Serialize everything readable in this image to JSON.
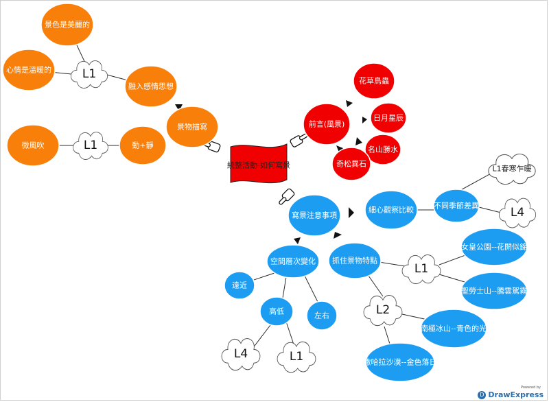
{
  "central": "統整活動-如何寫景",
  "scene_writing": {
    "label": "景物描寫",
    "beautiful": "景色是美麗的",
    "warm": "心情是溫暖的",
    "emotion": "融入感情思想",
    "cloud_top": "L1",
    "breeze": "微風吹",
    "motion": "動+靜",
    "cloud_bottom": "L1"
  },
  "preface": {
    "label": "前言(風景)",
    "flowers": "花草鳥蟲",
    "sun_moon": "日月星辰",
    "mountains": "名山勝水",
    "pines": "奇松異石"
  },
  "notes": {
    "label": "寫景注意事項",
    "observe": "細心觀察比較",
    "seasons": "不同季節差異",
    "cloud_spring": "L1春寒乍暖",
    "cloud_l4": "L4",
    "features": "抓住景物特點",
    "cloud_l1": "L1",
    "cloud_l2": "L2",
    "park": "女皇公園--花開似錦",
    "everest": "聖勞士山--騰雲駕霧",
    "antarctica": "南極冰山--青色的光",
    "sahara": "撒哈拉沙漠--金色落日",
    "layers": "空間層次變化",
    "near_far": "遠近",
    "height": "高低",
    "left_right": "左右",
    "cloud_height_l4": "L4",
    "cloud_height_l1": "L1"
  },
  "watermark": {
    "powered": "Powered by",
    "name": "DrawExpress"
  },
  "colors": {
    "orange": "#f77f0a",
    "red": "#f00000",
    "blue": "#1c9df2",
    "cloud": "#ffffff"
  }
}
